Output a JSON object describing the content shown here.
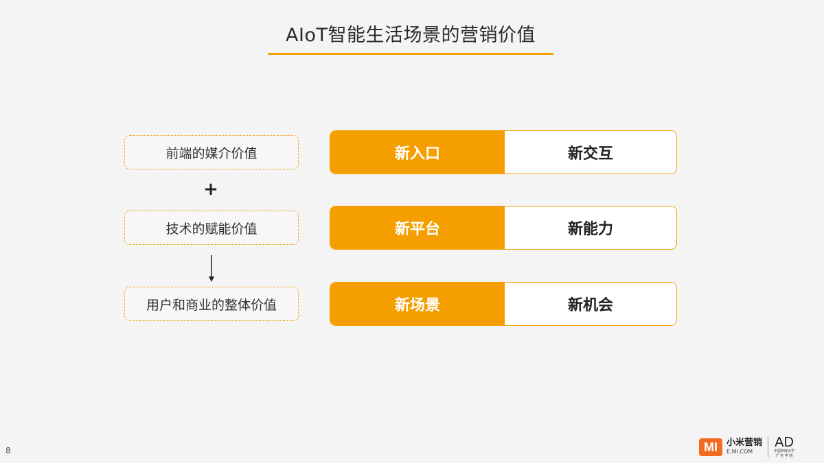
{
  "slide": {
    "title": "AIoT智能生活场景的营销价值",
    "page_number": "8"
  },
  "left_values": [
    {
      "label": "前端的媒介价值"
    },
    {
      "label": "技术的赋能价值"
    },
    {
      "label": "用户和商业的整体价值"
    }
  ],
  "connectors": {
    "plus": "+"
  },
  "pairs": [
    {
      "left": "新入口",
      "right": "新交互"
    },
    {
      "left": "新平台",
      "right": "新能力"
    },
    {
      "left": "新场景",
      "right": "新机会"
    }
  ],
  "footer": {
    "mi_logo": "MI",
    "brand_cn": "小米营销",
    "brand_en": "E.MI.COM",
    "ad_logo": "AD",
    "ad_small_1": "中国传媒大学",
    "ad_small_2": "广 告 学 院"
  },
  "colors": {
    "accent": "#f59e00",
    "background": "#f4f4f4"
  }
}
